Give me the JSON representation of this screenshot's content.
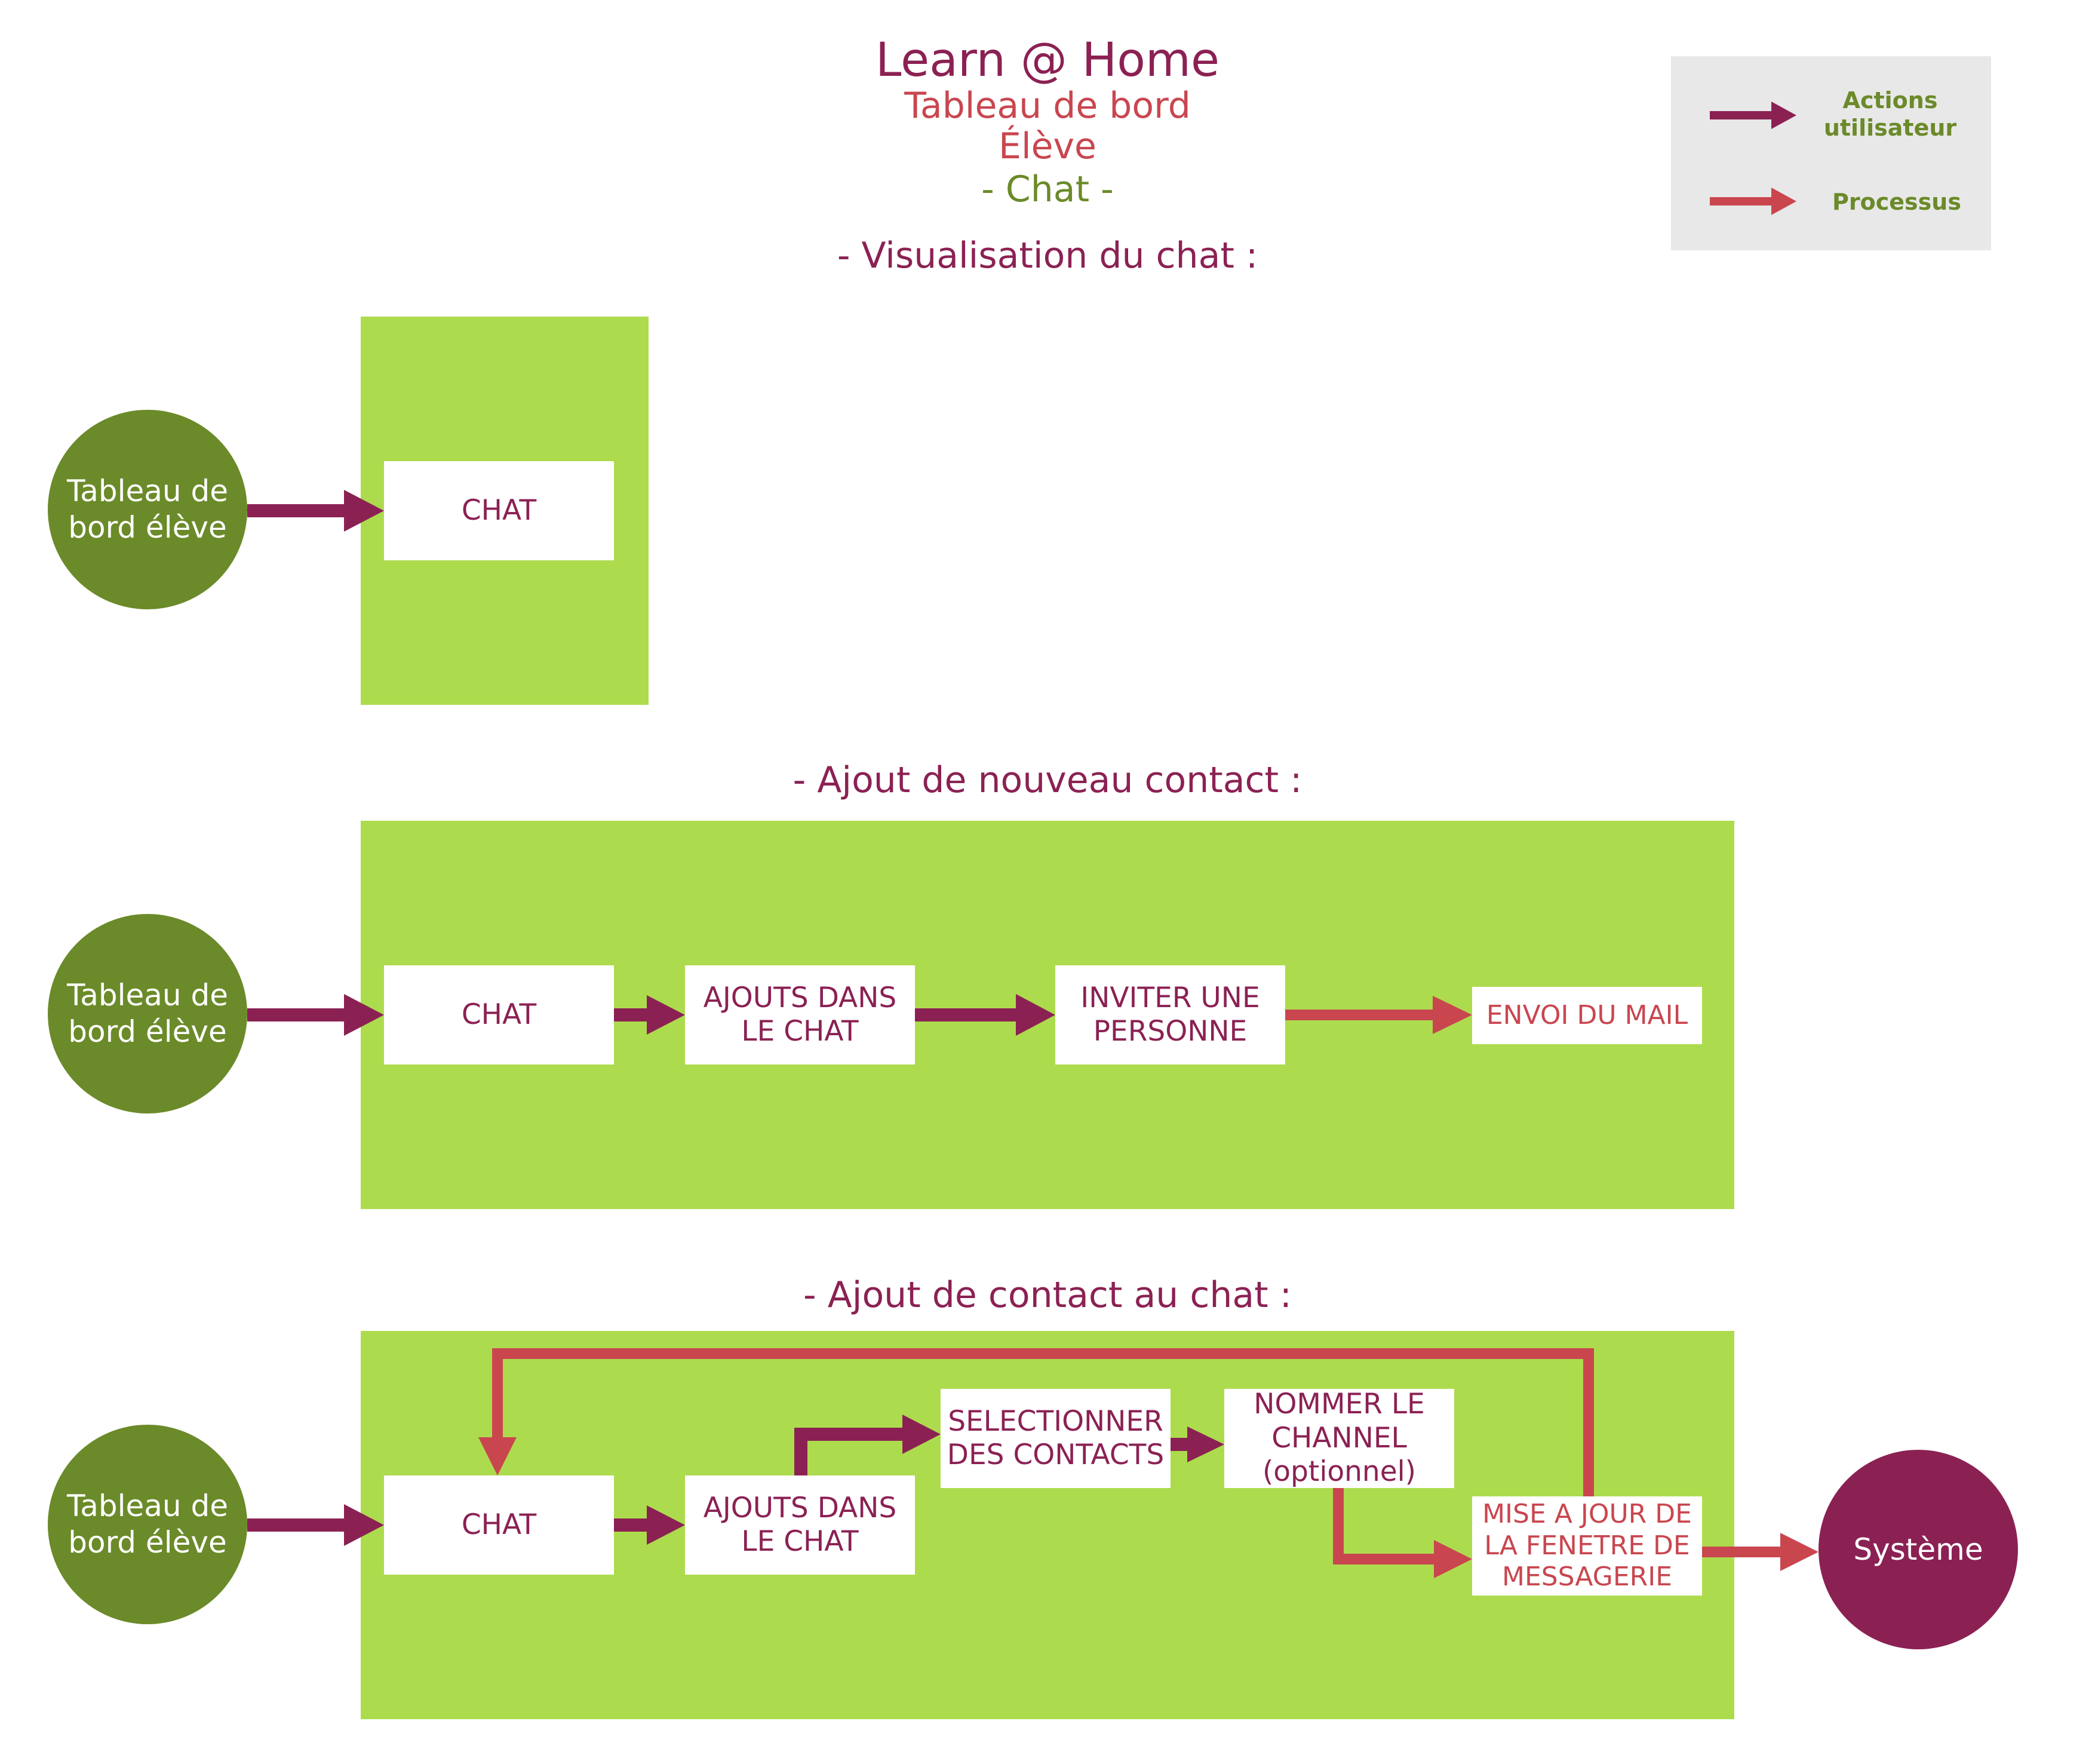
{
  "header": {
    "title": "Learn @ Home",
    "subtitle_1": "Tableau de bord",
    "subtitle_2": "Élève",
    "subtitle_3": "- Chat -"
  },
  "legend": {
    "user_actions": "Actions utilisateur",
    "processes": "Processus"
  },
  "sections": {
    "visualisation": {
      "title": "- Visualisation du chat :",
      "start": "Tableau de bord élève",
      "chat": "CHAT"
    },
    "new_contact": {
      "title": "- Ajout de nouveau contact :",
      "start": "Tableau de bord élève",
      "chat": "CHAT",
      "add": "AJOUTS DANS LE CHAT",
      "invite": "INVITER UNE PERSONNE",
      "mail": "ENVOI DU MAIL"
    },
    "contact_to_chat": {
      "title": "- Ajout de contact au chat :",
      "start": "Tableau de bord élève",
      "chat": "CHAT",
      "add": "AJOUTS DANS LE CHAT",
      "select": "SELECTIONNER DES CONTACTS",
      "name": "NOMMER LE CHANNEL (optionnel)",
      "update": "MISE A JOUR DE LA FENETRE DE MESSAGERIE",
      "system": "Système"
    }
  },
  "colors": {
    "user_action": "#8b2153",
    "process": "#c9464f",
    "panel": "#addb4e",
    "start_node": "#6b8a29"
  }
}
